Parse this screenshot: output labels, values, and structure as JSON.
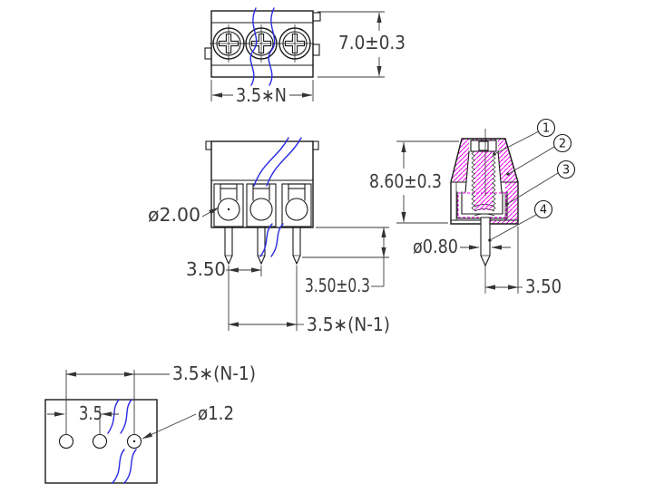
{
  "colors": {
    "line": "#1a1a1a",
    "dimension_text": "#3a3a3a",
    "break_line": "#2a2ae0",
    "section_hatch": "#ee00ee",
    "background": "#ffffff"
  },
  "views": {
    "top": {
      "height_dim": "7.0±0.3",
      "pitch_dim": "3.5∗N"
    },
    "front": {
      "wire_hole_dim": "ø2.00",
      "pin_pitch_dim": "3.50",
      "pin_length_dim": "3.50±0.3",
      "pin_span_dim": "3.5∗(N-1)"
    },
    "side": {
      "height_dim": "8.60±0.3",
      "pin_dia_dim": "ø0.80",
      "pin_offset_dim": "3.50",
      "callouts": [
        {
          "label": "1"
        },
        {
          "label": "2"
        },
        {
          "label": "3"
        },
        {
          "label": "4"
        }
      ]
    },
    "bottom": {
      "span_dim": "3.5∗(N-1)",
      "pitch_dim": "3.5",
      "hole_dia_dim": "ø1.2"
    }
  }
}
